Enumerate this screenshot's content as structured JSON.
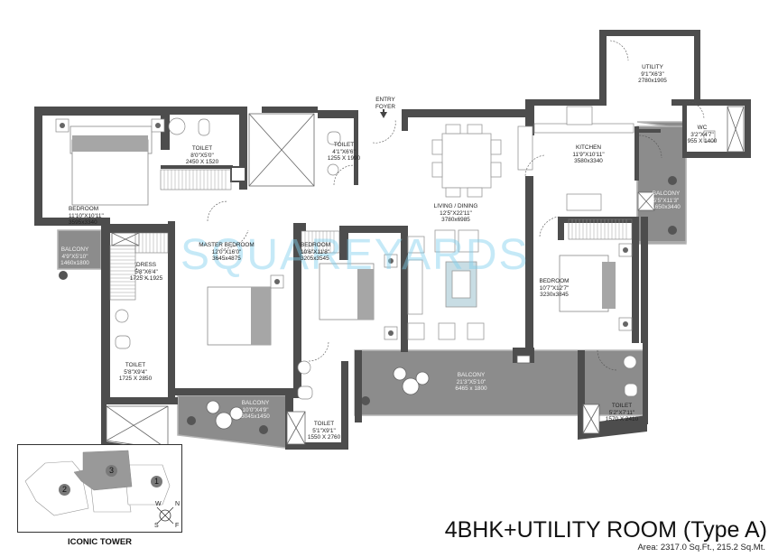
{
  "title": "4BHK+UTILITY ROOM (Type A)",
  "area": "Area: 2317.0 Sq.Ft.,  215.2 Sq.Mt.",
  "watermark": "SQUAREYARDS",
  "entry": {
    "line1": "ENTRY",
    "line2": "FOYER"
  },
  "colors": {
    "wall": "#4d4d4d",
    "balcony": "#8c8c8c",
    "watermark": "#7fd0ee",
    "bed_pillow": "#a6a6a6"
  },
  "rooms": [
    {
      "id": "bedroom-1",
      "name": "BEDROOM",
      "imperial": "11'10\"X10'11\"",
      "metric": "3595x3340"
    },
    {
      "id": "toilet-1",
      "name": "TOILET",
      "imperial": "8'0\"X5'0\"",
      "metric": "2450 X 1520"
    },
    {
      "id": "toilet-2",
      "name": "TOILET",
      "imperial": "4'1\"X6'6\"",
      "metric": "1255 X 1990"
    },
    {
      "id": "living-dining",
      "name": "LIVING / DINING",
      "imperial": "12'5\"X22'11\"",
      "metric": "3780x6985"
    },
    {
      "id": "kitchen",
      "name": "KITCHEN",
      "imperial": "11'9\"X10'11\"",
      "metric": "3580x3340"
    },
    {
      "id": "utility",
      "name": "UTILITY",
      "imperial": "9'1\"X6'3\"",
      "metric": "2780x1905"
    },
    {
      "id": "wc",
      "name": "WC",
      "imperial": "3'2\"X4'7\"",
      "metric": "955 X 1400"
    },
    {
      "id": "balcony-kitchen",
      "name": "BALCONY",
      "imperial": "5'5\"X11'3\"",
      "metric": "1650x3440"
    },
    {
      "id": "balcony-1",
      "name": "BALCONY",
      "imperial": "4'9\"X5'10\"",
      "metric": "1460x1800"
    },
    {
      "id": "dress",
      "name": "DRESS",
      "imperial": "5'8\"X6'4\"",
      "metric": "1725 X 1925"
    },
    {
      "id": "master-bedroom",
      "name": "MASTER BEDROOM",
      "imperial": "12'0\"X16'0\"",
      "metric": "3645x4875"
    },
    {
      "id": "bedroom-2",
      "name": "BEDROOM",
      "imperial": "10'6\"X11'8\"",
      "metric": "3205x3545"
    },
    {
      "id": "bedroom-3",
      "name": "BEDROOM",
      "imperial": "10'7\"X12'7\"",
      "metric": "3230x3845"
    },
    {
      "id": "toilet-3",
      "name": "TOILET",
      "imperial": "5'8\"X9'4\"",
      "metric": "1725 X 2850"
    },
    {
      "id": "balcony-master",
      "name": "BALCONY",
      "imperial": "10'0\"X4'9\"",
      "metric": "3045x1450"
    },
    {
      "id": "toilet-4",
      "name": "TOILET",
      "imperial": "5'1\"X9'1\"",
      "metric": "1550 X 2760"
    },
    {
      "id": "balcony-living",
      "name": "BALCONY",
      "imperial": "21'3\"X5'10\"",
      "metric": "6465 x 1800"
    },
    {
      "id": "toilet-5",
      "name": "TOILET",
      "imperial": "5'2\"X7'11\"",
      "metric": "1570 X 2410"
    }
  ],
  "keyplan": {
    "caption": "ICONIC TOWER",
    "units": [
      "1",
      "2",
      "3"
    ],
    "compass": {
      "n": "N",
      "w": "W",
      "s": "S",
      "e": "F"
    }
  }
}
